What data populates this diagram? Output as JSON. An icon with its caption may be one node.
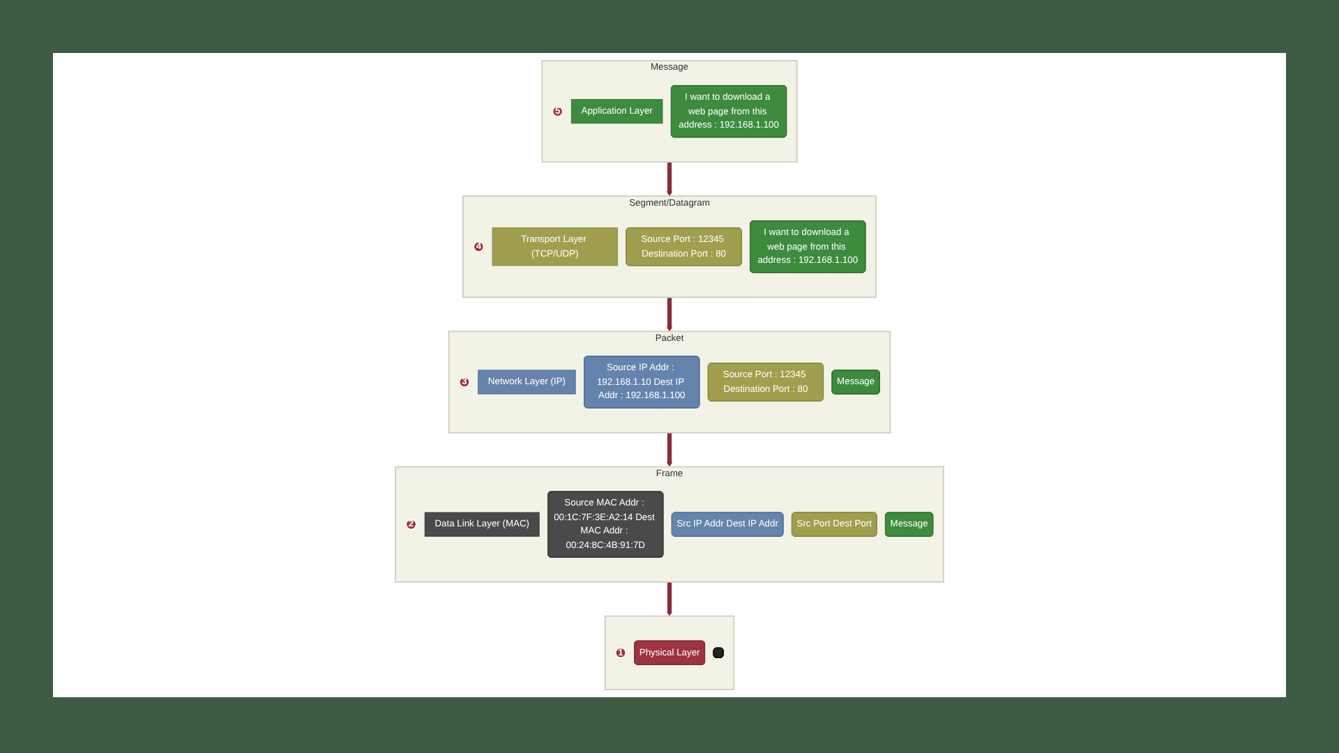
{
  "diagram": {
    "nodes": [
      {
        "text": [
          "Message"
        ]
      },
      {
        "text": [
          "5"
        ],
        "in": 0
      },
      {
        "text": [
          "Application Layer"
        ],
        "in": 0
      },
      {
        "text": [
          "I want to download a web page from this address : 192.168.1.100"
        ],
        "in": 0
      },
      {
        "text": [
          "Segment/Datagram"
        ]
      },
      {
        "text": [
          "4"
        ],
        "in": 4
      },
      {
        "text": [
          "Transport Layer (TCP/UDP)"
        ],
        "in": 4
      },
      {
        "text": [
          "Source Port : 12345 Destination Port : 80"
        ],
        "in": 4
      },
      {
        "text": [
          "I want to download a web page from this address : 192.168.1.100"
        ],
        "in": 4
      },
      {
        "text": [
          "Packet"
        ]
      },
      {
        "text": [
          "3"
        ],
        "in": 9
      },
      {
        "text": [
          "Network Layer (IP)"
        ],
        "in": 9
      },
      {
        "text": [
          "Source IP Addr : 192.168.1.10 Dest IP Addr : 192.168.1.100"
        ],
        "in": 9
      },
      {
        "text": [
          "Source Port : 12345 Destination Port : 80"
        ],
        "in": 9
      },
      {
        "text": [
          "Message"
        ],
        "in": 9
      },
      {
        "text": [
          "Frame"
        ]
      },
      {
        "text": [
          "2"
        ],
        "in": 15
      },
      {
        "text": [
          "Data Link Layer (MAC)"
        ],
        "in": 15
      },
      {
        "text": [
          "Source MAC Addr : 00:1C:7F:3E:A2:14 Dest MAC Addr : 00:24:8C:4B:91:7D"
        ],
        "in": 15
      },
      {
        "text": [
          "Src IP Addr Dest IP Addr"
        ],
        "in": 15
      },
      {
        "text": [
          "Src Port Dest Port"
        ],
        "in": 15
      },
      {
        "text": [
          "Message"
        ],
        "in": 15
      },
      {
        "text": [],
        "shape": "box"
      },
      {
        "text": [
          "1"
        ],
        "in": 22
      },
      {
        "text": [
          "Physical Layer"
        ],
        "in": 22
      },
      {
        "text": [],
        "shape": "box",
        "in": 22
      }
    ],
    "edges": [
      {
        "from": 0,
        "to": 4,
        "arrow": "to"
      },
      {
        "from": 4,
        "to": 9,
        "arrow": "to"
      },
      {
        "from": 9,
        "to": 15,
        "arrow": "to"
      },
      {
        "from": 15,
        "to": 22,
        "arrow": "to"
      }
    ]
  }
}
